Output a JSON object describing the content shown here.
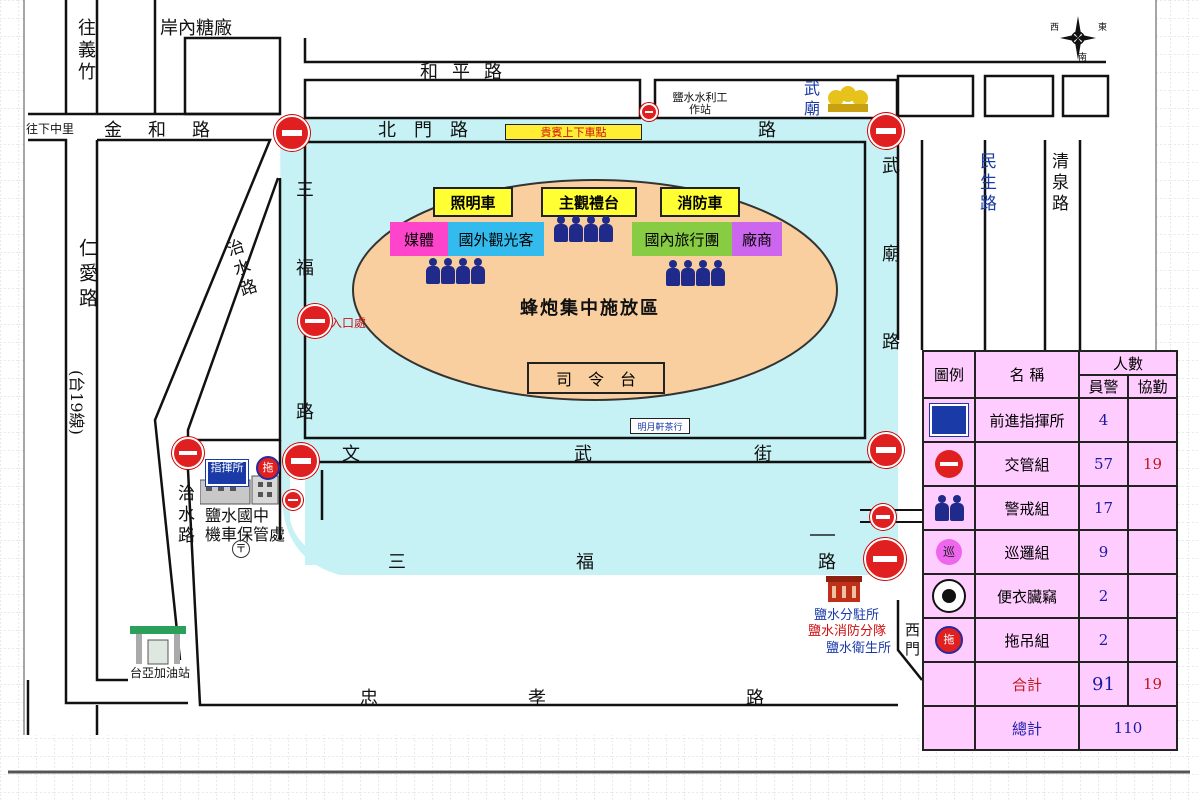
{
  "roads": {
    "wangyizhu": "往義竹",
    "annei": "岸內糖廠",
    "heping": "和平路",
    "jinhe_left": "往下中里",
    "jinhe": "金和路",
    "beimen": "北門路",
    "beimen_end": "路",
    "vip_dropoff": "貴賓上下車點",
    "irrigation": "鹽水水利工作站",
    "wumiao": "武廟",
    "minzhi": "民生路",
    "qingquan": "清泉路",
    "renai": "仁愛路",
    "route19": "(台19線)",
    "zhishui_upper": "治水路",
    "sanfu_vertical": "三福",
    "sanfu_road": "路",
    "entrance": "入口處",
    "wenwu_1": "文",
    "wenwu_2": "武",
    "wenwu_3": "街",
    "wumiao_road": "武廟路",
    "zhishui_lower": "治水路",
    "school": "鹽水國中",
    "parking": "機車保管處",
    "sanfu_low_1": "三",
    "sanfu_low_2": "福",
    "sanfu_low_3": "路",
    "police_sub": "鹽水分駐所",
    "fire_sub": "鹽水消防分隊",
    "health": "鹽水衛生所",
    "ximen": "西門",
    "gas": "台亞加油站",
    "zhongxiao_1": "忠",
    "zhongxiao_2": "孝",
    "zhongxiao_3": "路",
    "xiaoshop": "明月軒茶行"
  },
  "zone": {
    "title": "蜂炮集中施放區",
    "lighting": "照明車",
    "viewing": "主觀禮台",
    "fire_truck": "消防車",
    "media": "媒體",
    "foreign": "國外觀光客",
    "domestic": "國內旅行團",
    "vendor": "廠商",
    "command": "司　令　台",
    "cmd_post_label": "指揮所"
  },
  "legend": {
    "h_icon": "圖例",
    "h_name": "名 稱",
    "h_people": "人數",
    "h_police": "員警",
    "h_assist": "協勤",
    "rows": [
      {
        "icon": "command-post-icon",
        "name": "前進指揮所",
        "police": "4",
        "assist": ""
      },
      {
        "icon": "no-entry-icon",
        "name": "交管組",
        "police": "57",
        "assist": "19"
      },
      {
        "icon": "police-group-icon",
        "name": "警戒組",
        "police": "17",
        "assist": ""
      },
      {
        "icon": "patrol-icon",
        "name": "巡邏組",
        "police": "9",
        "assist": ""
      },
      {
        "icon": "eye-icon",
        "name": "便衣臟竊",
        "police": "2",
        "assist": ""
      },
      {
        "icon": "tow-icon",
        "name": "拖吊組",
        "police": "2",
        "assist": ""
      }
    ],
    "subtotal_label": "合計",
    "subtotal_police": "91",
    "subtotal_assist": "19",
    "total_label": "總計",
    "total": "110",
    "patrol_char": "巡",
    "tow_char": "拖"
  },
  "compass": {
    "west": "西",
    "east": "東",
    "south": "南"
  },
  "colors": {
    "zone": "#f9cf9f",
    "road_fill": "#c6f2f6",
    "legend": "#ffccff",
    "sign": "#e02020"
  }
}
